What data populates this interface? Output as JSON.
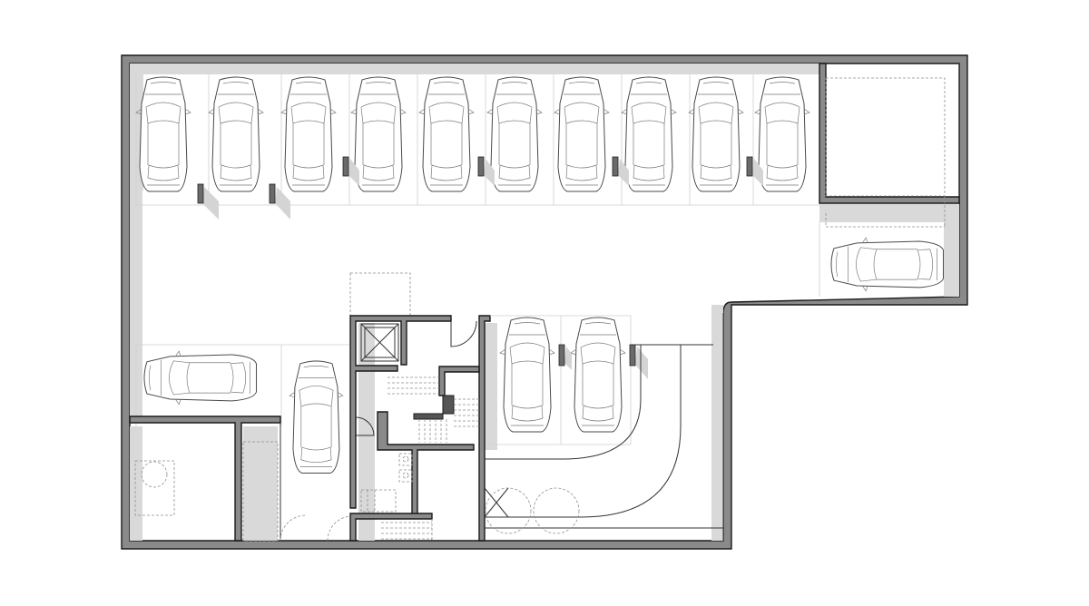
{
  "plan": {
    "colors": {
      "wall": "#8a8a8a",
      "wall_outline": "#1a1a1a",
      "shadow": "#d9d9d9",
      "pillar": "#6a6a6a",
      "floor": "#ffffff"
    },
    "top_row_cars": 10,
    "middle_row_cars": 2,
    "left_side_cars": 2,
    "right_side_cars": 1,
    "icons": [
      "car-top-view-icon",
      "stair-icon",
      "elevator-icon",
      "door-swing-icon",
      "pillar-icon",
      "ramp-icon"
    ]
  }
}
